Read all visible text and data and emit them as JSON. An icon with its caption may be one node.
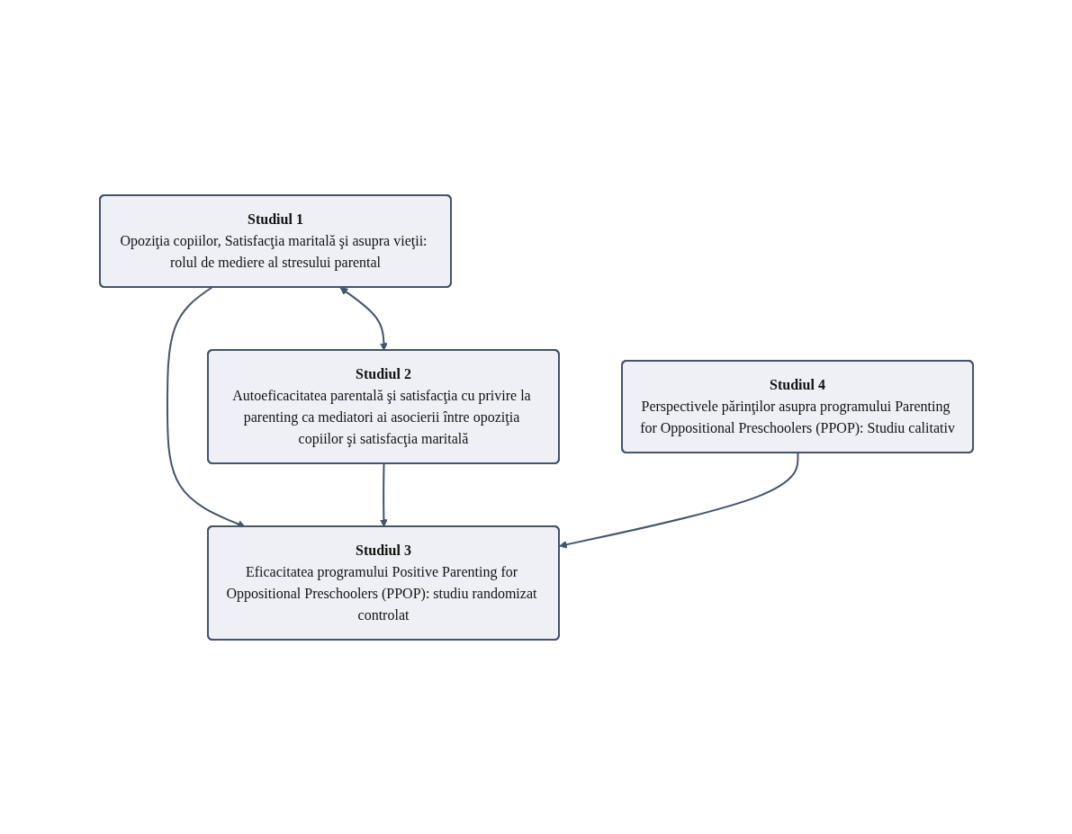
{
  "diagram": {
    "nodes": [
      {
        "text": [
          "Studiul 1",
          "Opoziţia copiilor, Satisfacţia maritală şi asupra vieţii: rolul de mediere al stresului parental"
        ]
      },
      {
        "text": [
          "Studiul 2",
          "Autoeficacitatea parentală şi satisfacţia cu privire la parenting ca mediatori ai asocierii între opoziţia copiilor şi satisfacţia maritală"
        ]
      },
      {
        "text": [
          "Studiul 3",
          "Eficacitatea programului Positive Parenting for Oppositional Preschoolers (PPOP): studiu randomizat controlat"
        ]
      },
      {
        "text": [
          "Studiul 4",
          "Perspectivele părinţilor asupra programului Parenting for Oppositional Preschoolers (PPOP): Studiu calitativ"
        ]
      }
    ],
    "edges": [
      {
        "from": 0,
        "to": 1,
        "arrow": "both"
      },
      {
        "from": 0,
        "to": 2,
        "arrow": "to"
      },
      {
        "from": 1,
        "to": 2,
        "arrow": "to"
      },
      {
        "from": 3,
        "to": 2,
        "arrow": "to"
      }
    ]
  }
}
